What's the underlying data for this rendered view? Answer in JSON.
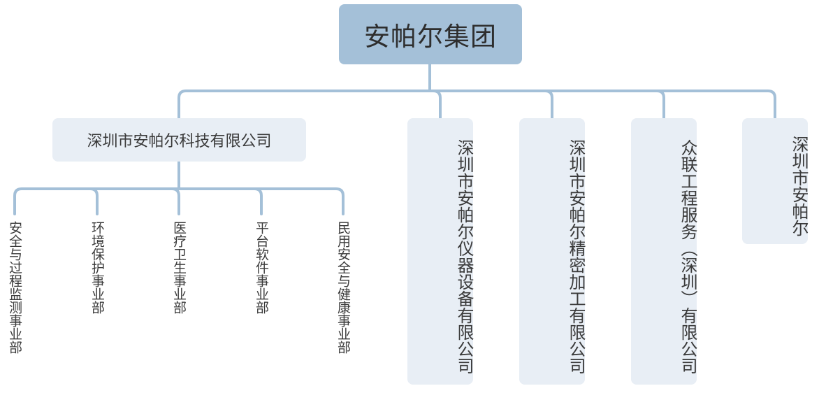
{
  "colors": {
    "connector": "#a4c0d8",
    "root_fill": "#a4c0d8",
    "node_fill": "#e8eef5",
    "text": "#3a3a3a"
  },
  "root": {
    "label": "安帕尔集团"
  },
  "subsidiaries": [
    {
      "label": "深圳市安帕尔科技有限公司"
    },
    {
      "label": "深圳市安帕尔仪器设备有限公司"
    },
    {
      "label": "深圳市安帕尔精密加工有限公司"
    },
    {
      "label": "众联工程服务（深圳）有限公司"
    },
    {
      "label": "深圳市安帕尔"
    }
  ],
  "departments": [
    {
      "label": "安全与过程监测事业部"
    },
    {
      "label": "环境保护事业部"
    },
    {
      "label": "医疗卫生事业部"
    },
    {
      "label": "平台软件事业部"
    },
    {
      "label": "民用安全与健康事业部"
    }
  ]
}
